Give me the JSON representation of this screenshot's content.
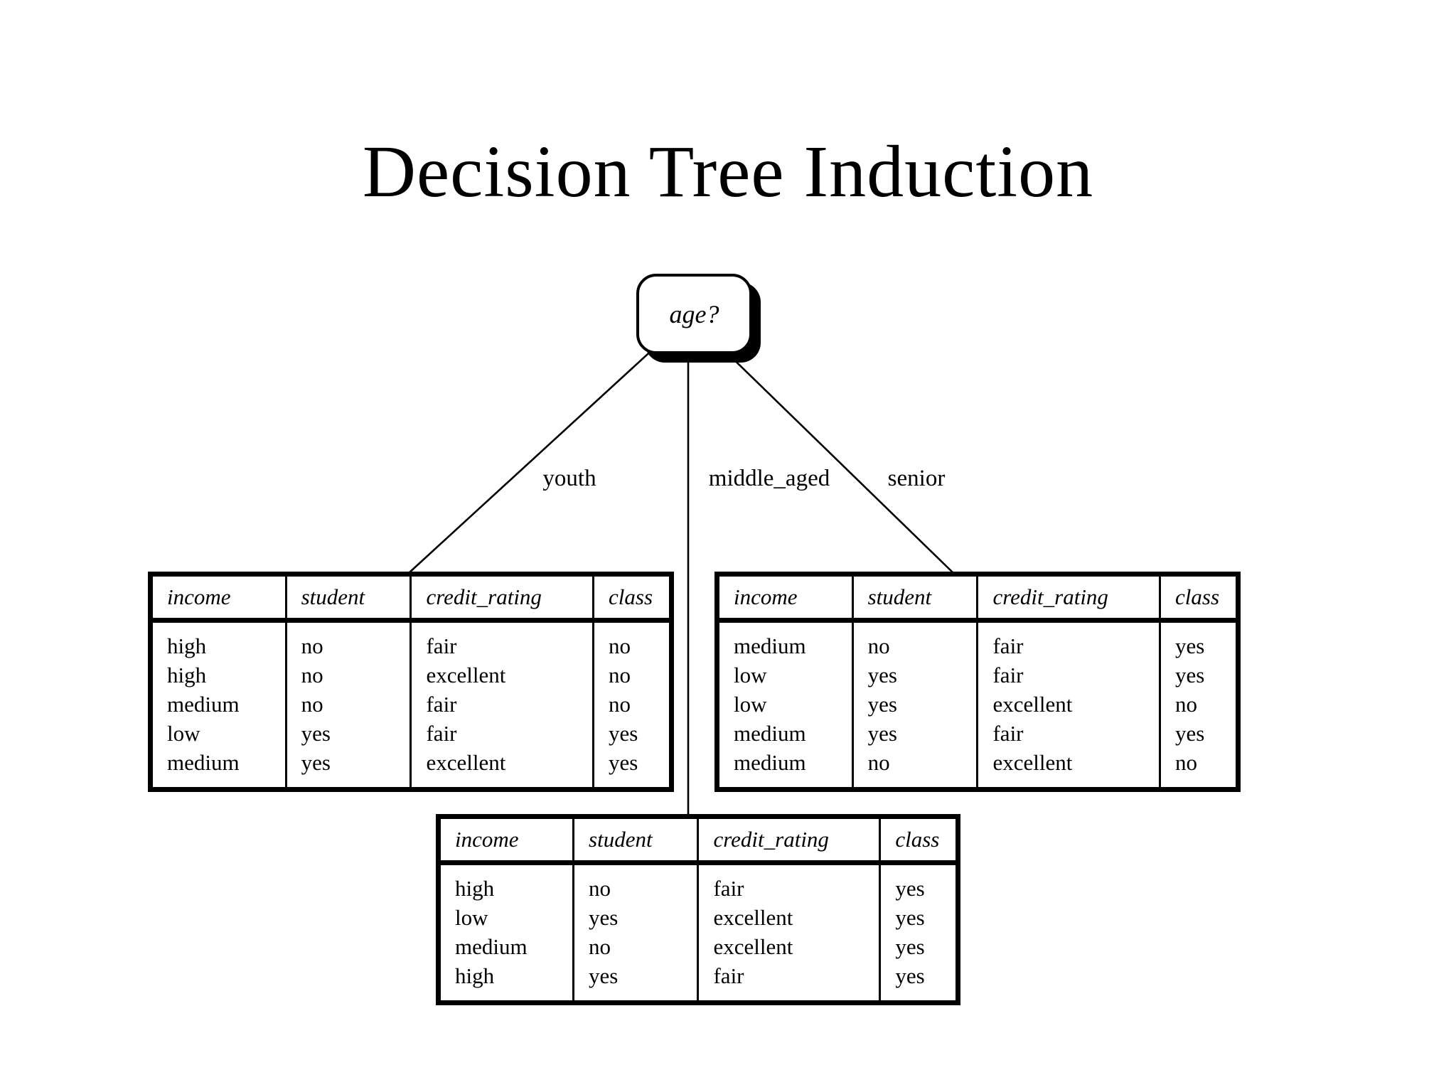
{
  "slide": {
    "title": "Decision Tree Induction"
  },
  "tree": {
    "root": {
      "label": "age?"
    },
    "branches": {
      "youth": {
        "label": "youth"
      },
      "middle_aged": {
        "label": "middle_aged"
      },
      "senior": {
        "label": "senior"
      }
    }
  },
  "tables": {
    "headers": [
      "income",
      "student",
      "credit_rating",
      "class"
    ],
    "youth": {
      "rows": [
        [
          "high",
          "no",
          "fair",
          "no"
        ],
        [
          "high",
          "no",
          "excellent",
          "no"
        ],
        [
          "medium",
          "no",
          "fair",
          "no"
        ],
        [
          "low",
          "yes",
          "fair",
          "yes"
        ],
        [
          "medium",
          "yes",
          "excellent",
          "yes"
        ]
      ]
    },
    "senior": {
      "rows": [
        [
          "medium",
          "no",
          "fair",
          "yes"
        ],
        [
          "low",
          "yes",
          "fair",
          "yes"
        ],
        [
          "low",
          "yes",
          "excellent",
          "no"
        ],
        [
          "medium",
          "yes",
          "fair",
          "yes"
        ],
        [
          "medium",
          "no",
          "excellent",
          "no"
        ]
      ]
    },
    "middle_aged": {
      "rows": [
        [
          "high",
          "no",
          "fair",
          "yes"
        ],
        [
          "low",
          "yes",
          "excellent",
          "yes"
        ],
        [
          "medium",
          "no",
          "excellent",
          "yes"
        ],
        [
          "high",
          "yes",
          "fair",
          "yes"
        ]
      ]
    }
  },
  "colors": {
    "ink": "#000000",
    "background": "#ffffff"
  }
}
